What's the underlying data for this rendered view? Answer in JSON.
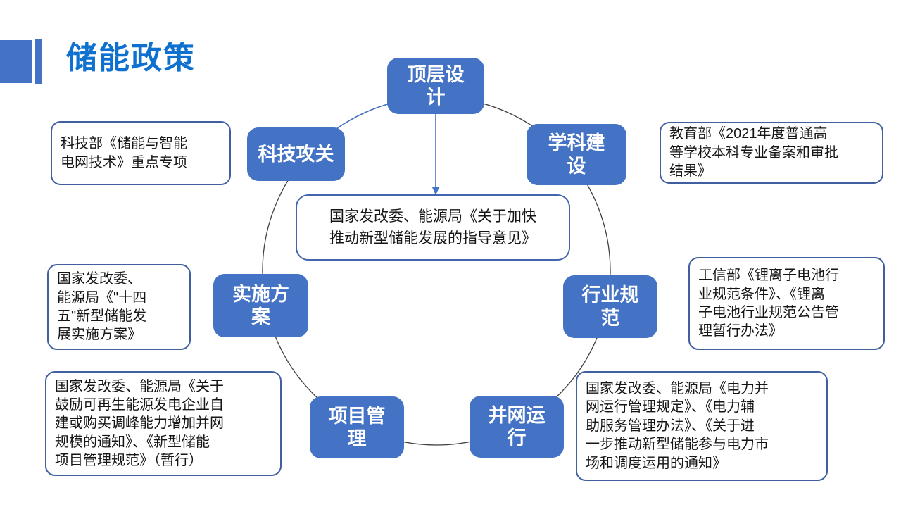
{
  "title": {
    "text": "储能政策",
    "color": "#0E71D0"
  },
  "colors": {
    "node_fill": "#4472C4",
    "node_text": "#FFFFFF",
    "callout_border": "#3F5F9E",
    "center_box_border": "#4265AE",
    "circle_stroke": "#3F3F3F",
    "arrow_blue": "#4472C4",
    "title_accent_bar": "#4472C4"
  },
  "diagram": {
    "center_box": {
      "text": "国家发改委、能源局《关于加快\n推动新型储能发展的指导意见》"
    },
    "nodes": [
      {
        "id": "top-level-design",
        "label": "顶层设\n计"
      },
      {
        "id": "discipline-construction",
        "label": "学科建\n设"
      },
      {
        "id": "industry-standards",
        "label": "行业规\n范"
      },
      {
        "id": "grid-operation",
        "label": "并网运\n行"
      },
      {
        "id": "project-management",
        "label": "项目管\n理"
      },
      {
        "id": "implementation-plan",
        "label": "实施方\n案"
      },
      {
        "id": "tech-research",
        "label": "科技攻关"
      }
    ],
    "callouts": [
      {
        "id": "tech-research-policy",
        "text": "科技部《储能与智能\n电网技术》重点专项"
      },
      {
        "id": "discipline-policy",
        "text": "教育部《2021年度普通高\n等学校本科专业备案和审批\n结果》"
      },
      {
        "id": "implementation-policy",
        "text": "国家发改委、\n能源局《\"十四\n五\"新型储能发\n展实施方案》"
      },
      {
        "id": "industry-standard-policy",
        "text": "工信部《锂离子电池行\n业规范条件》、《锂离\n子电池行业规范公告管\n理暂行办法》"
      },
      {
        "id": "project-management-policy",
        "text": "国家发改委、能源局《关于\n鼓励可再生能源发电企业自\n建或购买调峰能力增加并网\n规模的通知》、《新型储能\n项目管理规范》（暂行）"
      },
      {
        "id": "grid-operation-policy",
        "text": "国家发改委、能源局《电力并\n网运行管理规定》、《电力辅\n助服务管理办法》、《关于进\n一步推动新型储能参与电力市\n场和调度运用的通知》"
      }
    ]
  }
}
